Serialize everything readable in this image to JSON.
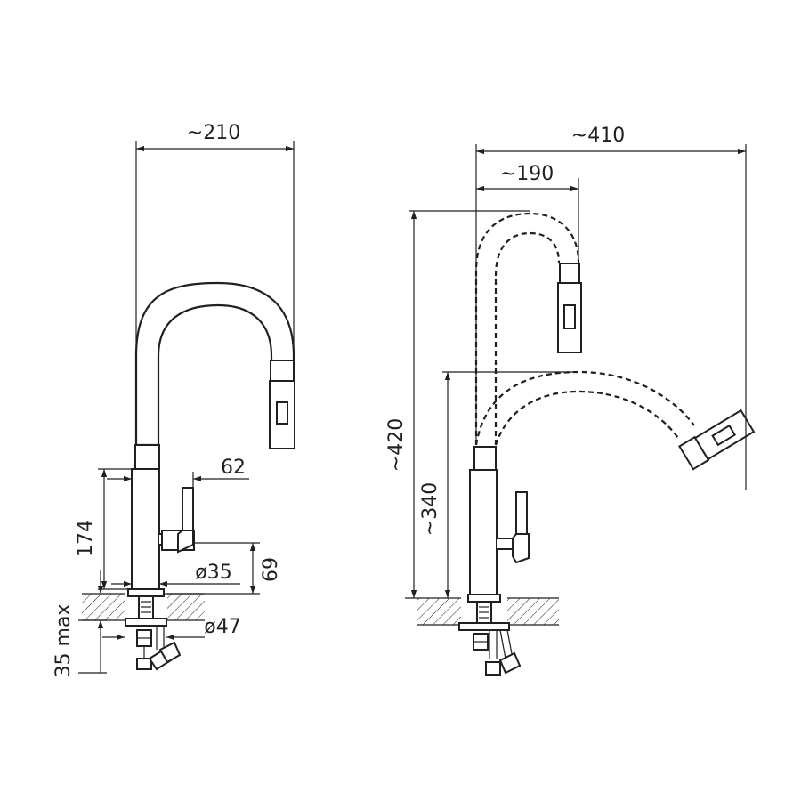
{
  "left_view": {
    "width_label": "~210",
    "lever_offset_label": "62",
    "body_height_label": "174",
    "base_diameter_label": "ø35",
    "base_height_label": "69",
    "deck_thickness_label": "35 max",
    "hole_diameter_label": "ø47"
  },
  "right_view": {
    "reach_total_label": "~410",
    "reach_up_label": "~190",
    "height_up_label": "~420",
    "height_down_label": "~340"
  }
}
